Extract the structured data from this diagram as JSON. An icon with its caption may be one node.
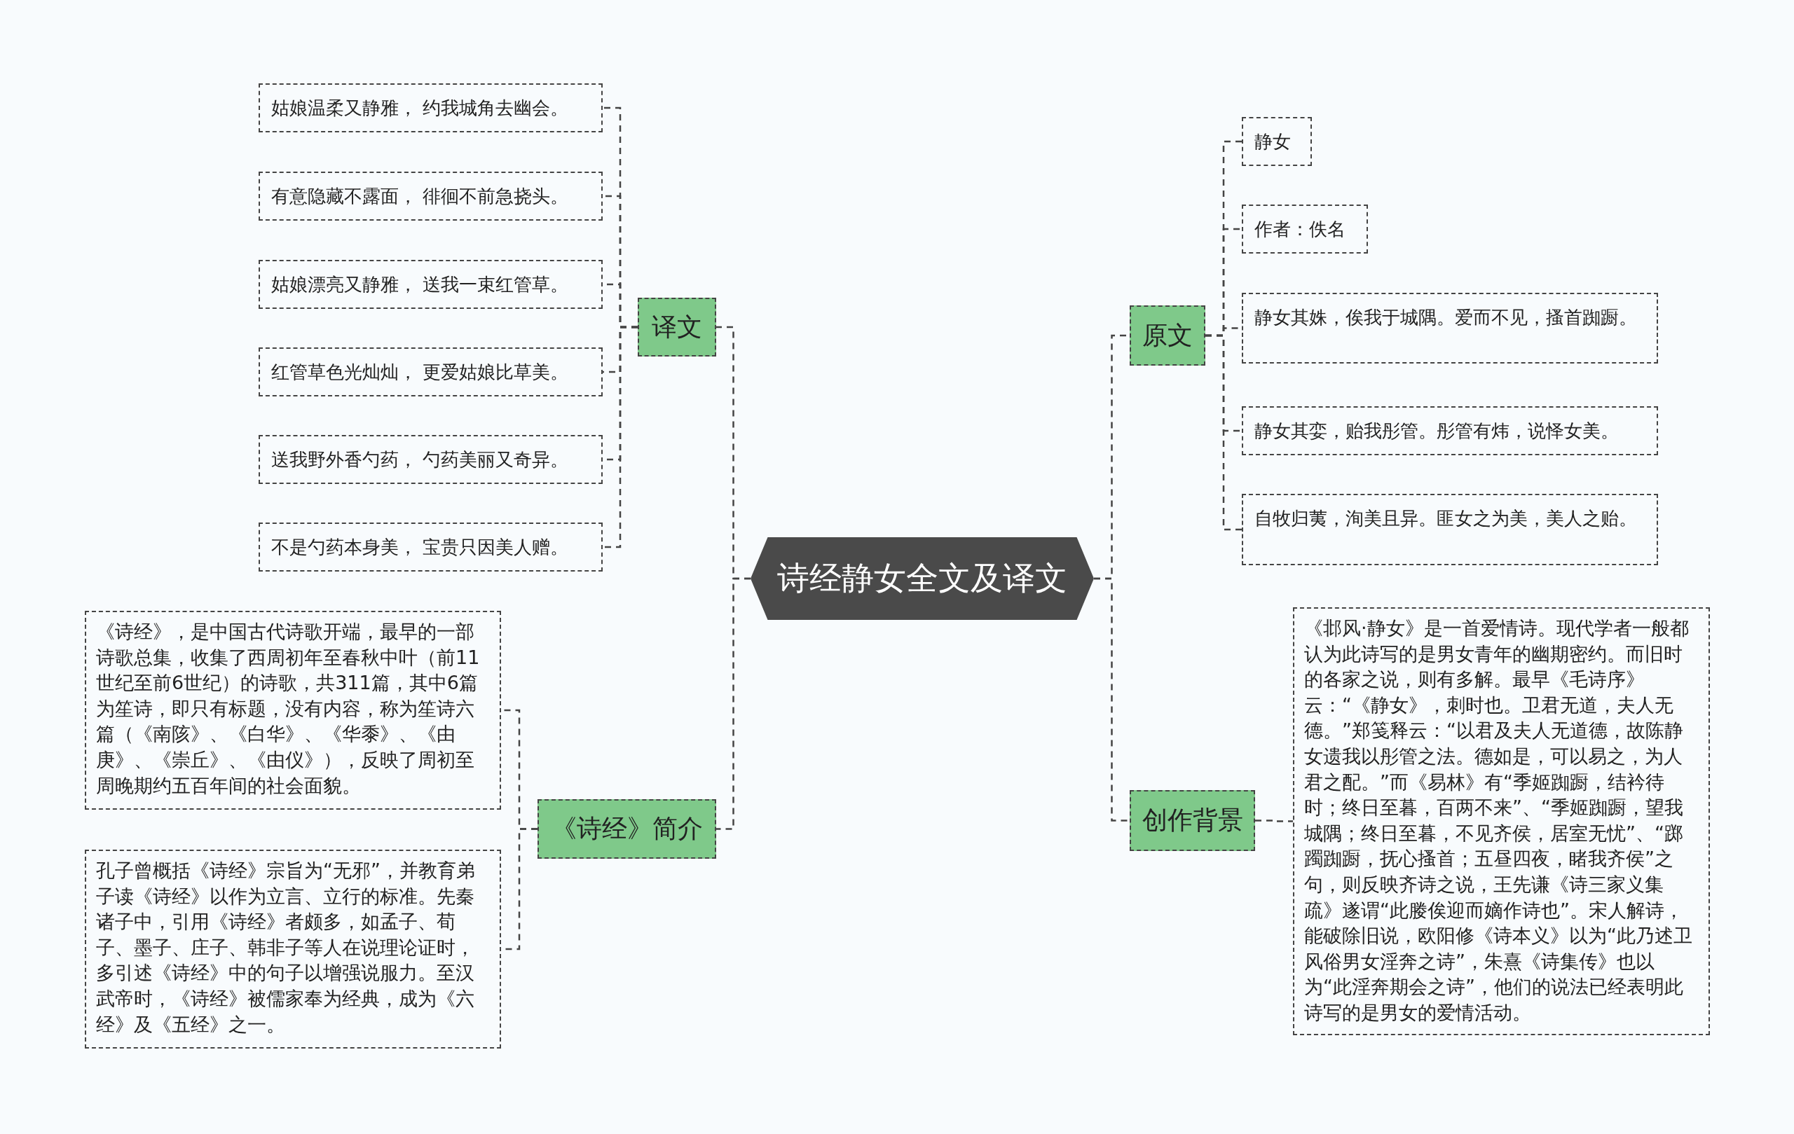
{
  "diagram": {
    "nodes": [
      {
        "text": [
          "诗经静女全文及译文"
        ]
      },
      {
        "text": [
          "译文"
        ]
      },
      {
        "text": [
          "姑娘温柔又静雅， 约我城角去幽会。"
        ]
      },
      {
        "text": [
          "有意隐藏不露面， 徘徊不前急挠头。"
        ]
      },
      {
        "text": [
          "姑娘漂亮又静雅， 送我一束红管草。"
        ]
      },
      {
        "text": [
          "红管草色光灿灿， 更爱姑娘比草美。"
        ]
      },
      {
        "text": [
          "送我野外香勺药， 勺药美丽又奇异。"
        ]
      },
      {
        "text": [
          "不是勺药本身美， 宝贵只因美人赠。"
        ]
      },
      {
        "text": [
          "《诗经》简介"
        ]
      },
      {
        "text": [
          "《诗经》，是中国古代诗歌开端，最早的一部诗歌总集，收集了西周初年至春秋中叶（前11世纪至前6世纪）的诗歌，共311篇，其中6篇为笙诗，即只有标题，没有内容，称为笙诗六篇（《南陔》、《白华》、《华黍》、《由庚》、《崇丘》、《由仪》），反映了周初至周晚期约五百年间的社会面貌。"
        ]
      },
      {
        "text": [
          "孔子曾概括《诗经》宗旨为“无邪”，并教育弟子读《诗经》以作为立言、立行的标准。先秦诸子中，引用《诗经》者颇多，如孟子、荀子、墨子、庄子、韩非子等人在说理论证时，多引述《诗经》中的句子以增强说服力。至汉武帝时，《诗经》被儒家奉为经典，成为《六经》及《五经》之一。"
        ]
      },
      {
        "text": [
          "原文"
        ]
      },
      {
        "text": [
          "静女"
        ]
      },
      {
        "text": [
          "作者：佚名"
        ]
      },
      {
        "text": [
          "静女其姝，俟我于城隅。爱而不见，搔首踟蹰。"
        ]
      },
      {
        "text": [
          "静女其娈，贻我彤管。彤管有炜，说怿女美。"
        ]
      },
      {
        "text": [
          "自牧归荑，洵美且异。匪女之为美，美人之贻。"
        ]
      },
      {
        "text": [
          "创作背景"
        ]
      },
      {
        "text": [
          "《邶风·静女》是一首爱情诗。现代学者一般都认为此诗写的是男女青年的幽期密约。而旧时的各家之说，则有多解。最早《毛诗序》云：“《静女》，刺时也。卫君无道，夫人无德。”郑笺释云：“以君及夫人无道德，故陈静女遗我以彤管之法。德如是，可以易之，为人君之配。”而《易林》有“季姬踟蹰，结衿待时；终日至暮，百两不来”、“季姬踟蹰，望我城隅；终日至暮，不见齐侯，居室无忧”、“踯躅踟蹰，抚心搔首；五昼四夜，睹我齐侯”之句，则反映齐诗之说，王先谦《诗三家义集疏》遂谓“此媵俟迎而嫡作诗也”。宋人解诗，能破除旧说，欧阳修《诗本义》以为“此乃述卫风俗男女淫奔之诗”，朱熹《诗集传》也以为“此淫奔期会之诗”，他们的说法已经表明此诗写的是男女的爱情活动。"
        ]
      }
    ],
    "edges": [
      {
        "from": 0,
        "to": 1,
        "arrow": "none"
      },
      {
        "from": 1,
        "to": 2,
        "arrow": "none"
      },
      {
        "from": 1,
        "to": 3,
        "arrow": "none"
      },
      {
        "from": 1,
        "to": 4,
        "arrow": "none"
      },
      {
        "from": 1,
        "to": 5,
        "arrow": "none"
      },
      {
        "from": 1,
        "to": 6,
        "arrow": "none"
      },
      {
        "from": 1,
        "to": 7,
        "arrow": "none"
      },
      {
        "from": 0,
        "to": 8,
        "arrow": "none"
      },
      {
        "from": 8,
        "to": 9,
        "arrow": "none"
      },
      {
        "from": 8,
        "to": 10,
        "arrow": "none"
      },
      {
        "from": 0,
        "to": 11,
        "arrow": "none"
      },
      {
        "from": 11,
        "to": 12,
        "arrow": "none"
      },
      {
        "from": 11,
        "to": 13,
        "arrow": "none"
      },
      {
        "from": 11,
        "to": 14,
        "arrow": "none"
      },
      {
        "from": 11,
        "to": 15,
        "arrow": "none"
      },
      {
        "from": 11,
        "to": 16,
        "arrow": "none"
      },
      {
        "from": 0,
        "to": 17,
        "arrow": "none"
      },
      {
        "from": 17,
        "to": 18,
        "arrow": "none"
      }
    ]
  }
}
